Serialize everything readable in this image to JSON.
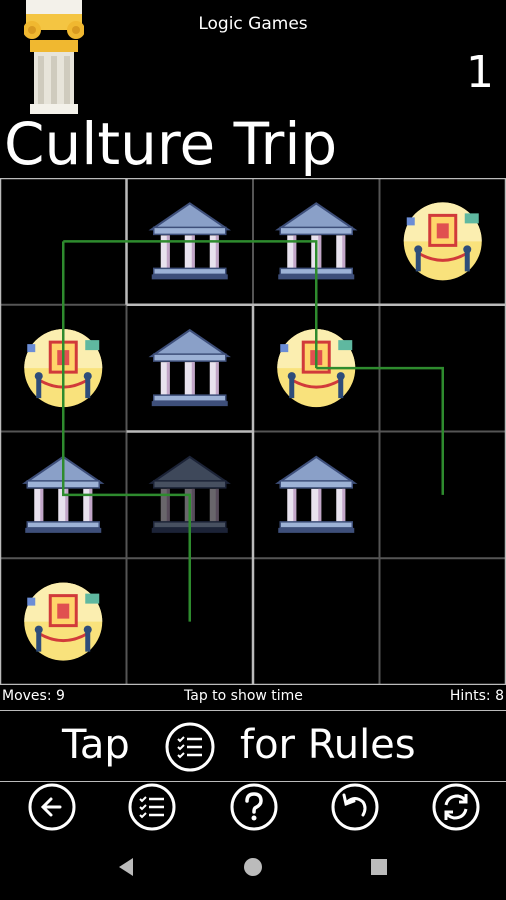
{
  "app": {
    "title": "Logic Games",
    "level": "1"
  },
  "puzzle": {
    "title": "Culture Trip",
    "rows": 4,
    "cols": 4,
    "cells": [
      [
        "empty",
        "temple",
        "temple",
        "museum"
      ],
      [
        "museum",
        "temple",
        "museum",
        "empty"
      ],
      [
        "temple",
        "temple-dim",
        "temple",
        "empty"
      ],
      [
        "museum",
        "empty",
        "empty",
        "empty"
      ]
    ],
    "line_color": "#2e8b2e"
  },
  "status": {
    "moves": "Moves: 9",
    "time": "Tap to show time",
    "hints": "Hints: 8"
  },
  "rules": {
    "prefix": "Tap",
    "suffix": "for Rules",
    "icon": "rules-list-icon"
  },
  "toolbar": [
    "back-arrow-icon",
    "rules-list-icon",
    "help-icon",
    "undo-icon",
    "refresh-icon"
  ],
  "navbar": [
    "back-triangle-icon",
    "home-circle-icon",
    "recents-square-icon"
  ]
}
